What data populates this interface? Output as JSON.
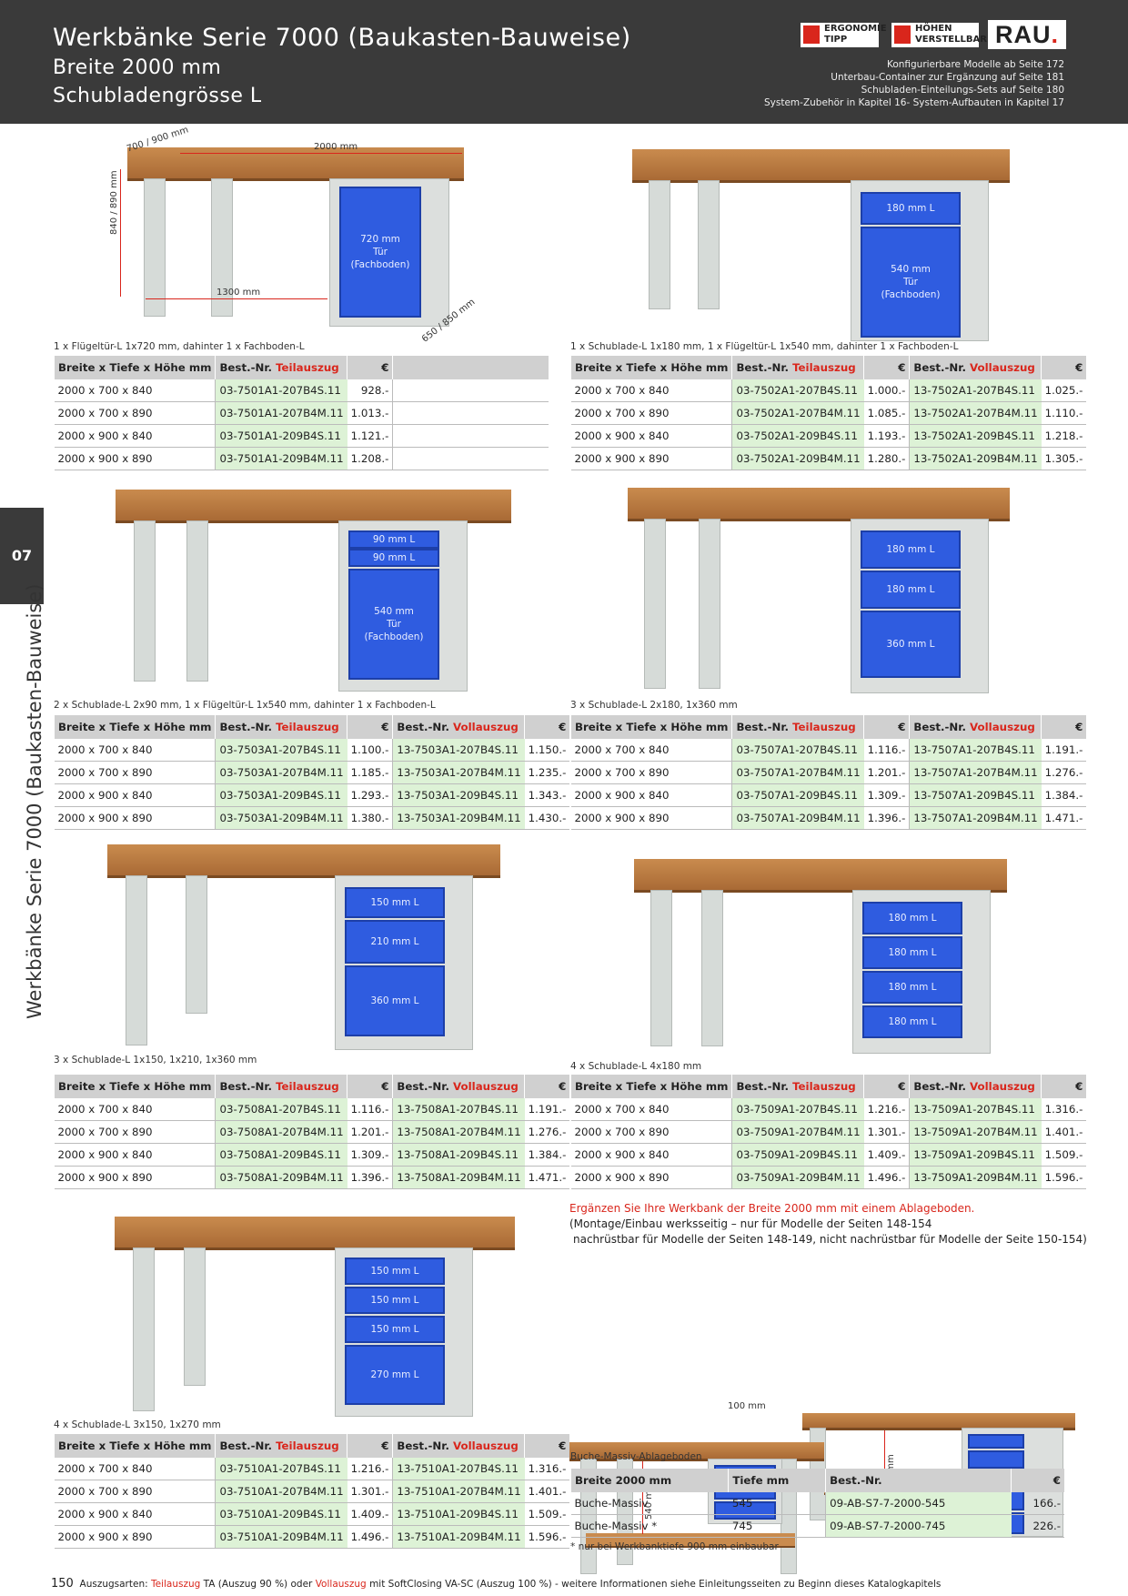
{
  "header": {
    "title1": "Werkbänke Serie 7000 (Baukasten-Bauweise)",
    "title2": "Breite 2000 mm",
    "title3": "Schubladengrösse L",
    "badge1": "ERGONOMIE TIPP",
    "badge2": "HÖHEN VERSTELLBAR",
    "logo": "RAU",
    "logo_dot": ".",
    "refs": [
      "Konfigurierbare Modelle ab Seite 172",
      "Unterbau-Container zur Ergänzung auf Seite 181",
      "Schubladen-Einteilungs-Sets auf Seite 180",
      "System-Zubehör in Kapitel 16- System-Aufbauten in Kapitel 17"
    ]
  },
  "side": {
    "chapter": "07",
    "text": "Werkbänke Serie 7000 (Baukasten-Bauweise)"
  },
  "dims": {
    "depth": "700 / 900 mm",
    "width": "2000 mm",
    "height": "840 / 890 mm",
    "leg": "1300 mm",
    "cab": "650 / 850 mm"
  },
  "columns": {
    "size": "Breite x Tiefe x Höhe mm",
    "best": "Best.-Nr.",
    "teil": "Teilauszug",
    "voll": "Vollauszug",
    "eur": "€"
  },
  "products": [
    {
      "caption": "1 x Flügeltür-L 1x720 mm, dahinter 1 x Fachboden-L",
      "fronts": [
        "720 mm\nTür\n(Fachboden)"
      ],
      "rows": [
        [
          "2000 x 700 x 840",
          "03-7501A1-207B4S.11",
          "928.-"
        ],
        [
          "2000 x 700 x 890",
          "03-7501A1-207B4M.11",
          "1.013.-"
        ],
        [
          "2000 x 900 x 840",
          "03-7501A1-209B4S.11",
          "1.121.-"
        ],
        [
          "2000 x 900 x 890",
          "03-7501A1-209B4M.11",
          "1.208.-"
        ]
      ]
    },
    {
      "caption": "1 x Schublade-L 1x180 mm, 1 x Flügeltür-L 1x540 mm, dahinter 1 x Fachboden-L",
      "fronts": [
        "180 mm L",
        "540 mm\nTür\n(Fachboden)"
      ],
      "rows": [
        [
          "2000 x 700 x 840",
          "03-7502A1-207B4S.11",
          "1.000.-",
          "13-7502A1-207B4S.11",
          "1.025.-"
        ],
        [
          "2000 x 700 x 890",
          "03-7502A1-207B4M.11",
          "1.085.-",
          "13-7502A1-207B4M.11",
          "1.110.-"
        ],
        [
          "2000 x 900 x 840",
          "03-7502A1-209B4S.11",
          "1.193.-",
          "13-7502A1-209B4S.11",
          "1.218.-"
        ],
        [
          "2000 x 900 x 890",
          "03-7502A1-209B4M.11",
          "1.280.-",
          "13-7502A1-209B4M.11",
          "1.305.-"
        ]
      ]
    },
    {
      "caption": "2 x Schublade-L 2x90 mm, 1 x Flügeltür-L 1x540 mm, dahinter 1 x Fachboden-L",
      "fronts": [
        "90 mm L",
        "90 mm L",
        "540 mm\nTür\n(Fachboden)"
      ],
      "rows": [
        [
          "2000 x 700 x 840",
          "03-7503A1-207B4S.11",
          "1.100.-",
          "13-7503A1-207B4S.11",
          "1.150.-"
        ],
        [
          "2000 x 700 x 890",
          "03-7503A1-207B4M.11",
          "1.185.-",
          "13-7503A1-207B4M.11",
          "1.235.-"
        ],
        [
          "2000 x 900 x 840",
          "03-7503A1-209B4S.11",
          "1.293.-",
          "13-7503A1-209B4S.11",
          "1.343.-"
        ],
        [
          "2000 x 900 x 890",
          "03-7503A1-209B4M.11",
          "1.380.-",
          "13-7503A1-209B4M.11",
          "1.430.-"
        ]
      ]
    },
    {
      "caption": "3 x Schublade-L 2x180, 1x360 mm",
      "fronts": [
        "180 mm L",
        "180 mm L",
        "360 mm L"
      ],
      "rows": [
        [
          "2000 x 700 x 840",
          "03-7507A1-207B4S.11",
          "1.116.-",
          "13-7507A1-207B4S.11",
          "1.191.-"
        ],
        [
          "2000 x 700 x 890",
          "03-7507A1-207B4M.11",
          "1.201.-",
          "13-7507A1-207B4M.11",
          "1.276.-"
        ],
        [
          "2000 x 900 x 840",
          "03-7507A1-209B4S.11",
          "1.309.-",
          "13-7507A1-209B4S.11",
          "1.384.-"
        ],
        [
          "2000 x 900 x 890",
          "03-7507A1-209B4M.11",
          "1.396.-",
          "13-7507A1-209B4M.11",
          "1.471.-"
        ]
      ]
    },
    {
      "caption": "3 x Schublade-L 1x150, 1x210, 1x360 mm",
      "fronts": [
        "150 mm L",
        "210 mm L",
        "360 mm L"
      ],
      "rows": [
        [
          "2000 x 700 x 840",
          "03-7508A1-207B4S.11",
          "1.116.-",
          "13-7508A1-207B4S.11",
          "1.191.-"
        ],
        [
          "2000 x 700 x 890",
          "03-7508A1-207B4M.11",
          "1.201.-",
          "13-7508A1-207B4M.11",
          "1.276.-"
        ],
        [
          "2000 x 900 x 840",
          "03-7508A1-209B4S.11",
          "1.309.-",
          "13-7508A1-209B4S.11",
          "1.384.-"
        ],
        [
          "2000 x 900 x 890",
          "03-7508A1-209B4M.11",
          "1.396.-",
          "13-7508A1-209B4M.11",
          "1.471.-"
        ]
      ]
    },
    {
      "caption": "4 x Schublade-L 4x180 mm",
      "fronts": [
        "180 mm L",
        "180 mm L",
        "180 mm L",
        "180 mm L"
      ],
      "rows": [
        [
          "2000 x 700 x 840",
          "03-7509A1-207B4S.11",
          "1.216.-",
          "13-7509A1-207B4S.11",
          "1.316.-"
        ],
        [
          "2000 x 700 x 890",
          "03-7509A1-207B4M.11",
          "1.301.-",
          "13-7509A1-207B4M.11",
          "1.401.-"
        ],
        [
          "2000 x 900 x 840",
          "03-7509A1-209B4S.11",
          "1.409.-",
          "13-7509A1-209B4S.11",
          "1.509.-"
        ],
        [
          "2000 x 900 x 890",
          "03-7509A1-209B4M.11",
          "1.496.-",
          "13-7509A1-209B4M.11",
          "1.596.-"
        ]
      ]
    },
    {
      "caption": "4 x Schublade-L 3x150, 1x270 mm",
      "fronts": [
        "150 mm L",
        "150 mm L",
        "150 mm L",
        "270 mm L"
      ],
      "rows": [
        [
          "2000 x 700 x 840",
          "03-7510A1-207B4S.11",
          "1.216.-",
          "13-7510A1-207B4S.11",
          "1.316.-"
        ],
        [
          "2000 x 700 x 890",
          "03-7510A1-207B4M.11",
          "1.301.-",
          "13-7510A1-207B4M.11",
          "1.401.-"
        ],
        [
          "2000 x 900 x 840",
          "03-7510A1-209B4S.11",
          "1.409.-",
          "13-7510A1-209B4S.11",
          "1.509.-"
        ],
        [
          "2000 x 900 x 890",
          "03-7510A1-209B4M.11",
          "1.496.-",
          "13-7510A1-209B4M.11",
          "1.596.-"
        ]
      ]
    }
  ],
  "shelf": {
    "note_red": "Ergänzen Sie Ihre Werkbank der Breite 2000 mm mit einem Ablageboden.",
    "note2": "(Montage/Einbau werksseitig – nur für Modelle der Seiten 148-154",
    "note3": "nachrüstbar für Modelle der Seiten 148-149, nicht nachrüstbar für Modelle der Seite 150-154)",
    "dim540": "540 mm",
    "dim100": "100 mm",
    "caption": "Buche-Massiv-Ablageboden",
    "cols": [
      "Breite 2000 mm",
      "Tiefe mm",
      "Best.-Nr.",
      "€"
    ],
    "rows": [
      [
        "Buche-Massiv",
        "545",
        "09-AB-S7-7-2000-545",
        "166.-"
      ],
      [
        "Buche-Massiv *",
        "745",
        "09-AB-S7-7-2000-745",
        "226.-"
      ]
    ],
    "footnote": "* nur bei Werkbanktiefe 900 mm einbaubar"
  },
  "footer": {
    "page": "150",
    "lead": "Auszugsarten:",
    "teil": "Teilauszug",
    "mid": "TA (Auszug 90 %)  oder",
    "voll": "Vollauszug",
    "rest": "mit SoftClosing VA-SC (Auszug 100 %) -  weitere Informationen siehe Einleitungsseiten zu Beginn dieses Katalogkapitels"
  }
}
